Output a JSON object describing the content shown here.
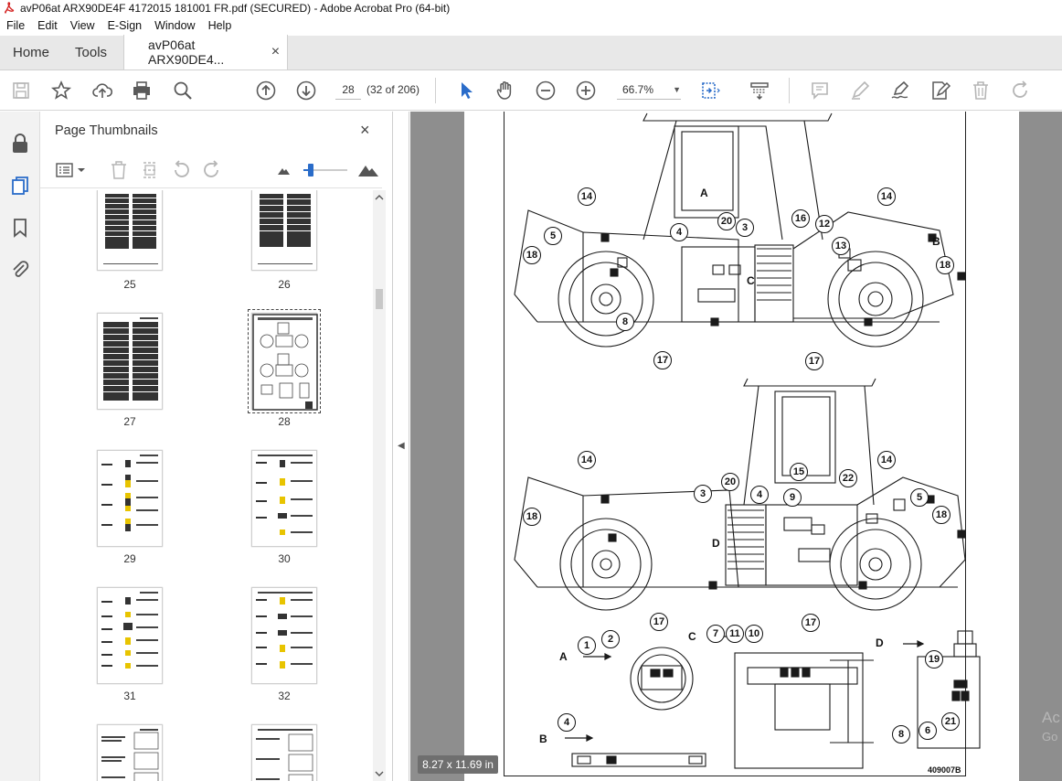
{
  "window": {
    "title": "avP06at ARX90DE4F 4172015 181001 FR.pdf (SECURED) - Adobe Acrobat Pro (64-bit)"
  },
  "menu": [
    "File",
    "Edit",
    "View",
    "E-Sign",
    "Window",
    "Help"
  ],
  "tabs": {
    "home": "Home",
    "tools": "Tools",
    "document": "avP06at ARX90DE4...",
    "close": "×"
  },
  "toolbar": {
    "page_current": "28",
    "page_count": "(32 of 206)",
    "zoom": "66.7%"
  },
  "thumbnails": {
    "title": "Page Thumbnails",
    "close": "×",
    "pages": [
      "25",
      "26",
      "27",
      "28",
      "29",
      "30",
      "31",
      "32"
    ],
    "selected": "28"
  },
  "document": {
    "page_size": "8.27 x 11.69 in",
    "figure_ref": "409007B",
    "ghost_line1": "Ac",
    "ghost_line2": "Go",
    "labels_top": [
      "14",
      "A",
      "14",
      "20",
      "3",
      "16",
      "12",
      "4",
      "5",
      "B",
      "13",
      "18",
      "18",
      "C",
      "8",
      "17",
      "17"
    ],
    "labels_bottom": [
      "14",
      "14",
      "20",
      "15",
      "22",
      "3",
      "4",
      "9",
      "5",
      "18",
      "18",
      "D",
      "17",
      "17"
    ],
    "details": {
      "a": {
        "letter": "A",
        "nums": [
          "1",
          "2"
        ]
      },
      "c": {
        "letter": "C",
        "nums": [
          "7",
          "11",
          "10"
        ]
      },
      "d": {
        "letter": "D",
        "nums": [
          "19",
          "8",
          "6",
          "21"
        ]
      },
      "b": {
        "letter": "B",
        "nums": [
          "4"
        ]
      }
    }
  },
  "colors": {
    "accent": "#2a6cc9",
    "toolbar_icon": "#5a5a5a",
    "disabled_icon": "#b5b5b5"
  }
}
